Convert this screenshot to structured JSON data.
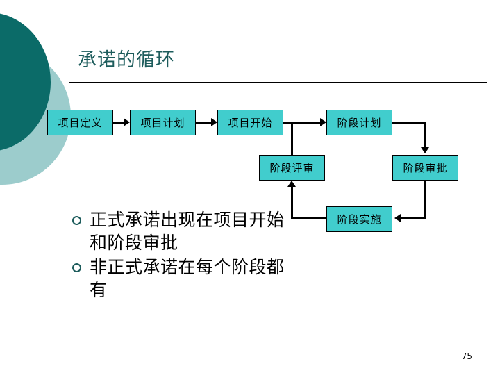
{
  "slide": {
    "title": "承诺的循环",
    "page_number": "75",
    "accent_dark": "#0B6B68",
    "accent_light": "#9CCCCC",
    "node_fill": "#41CDCD",
    "title_color": "#1D5C5C",
    "line_color": "#000000"
  },
  "flow": {
    "nodes": [
      {
        "id": "project-definition",
        "label": "项目定义"
      },
      {
        "id": "project-plan",
        "label": "项目计划"
      },
      {
        "id": "project-start",
        "label": "项目开始"
      },
      {
        "id": "stage-plan",
        "label": "阶段计划"
      },
      {
        "id": "stage-review",
        "label": "阶段评审"
      },
      {
        "id": "stage-approval",
        "label": "阶段审批"
      },
      {
        "id": "stage-implement",
        "label": "阶段实施"
      }
    ]
  },
  "bullets": [
    "正式承诺出现在项目开始和阶段审批",
    "非正式承诺在每个阶段都有"
  ]
}
